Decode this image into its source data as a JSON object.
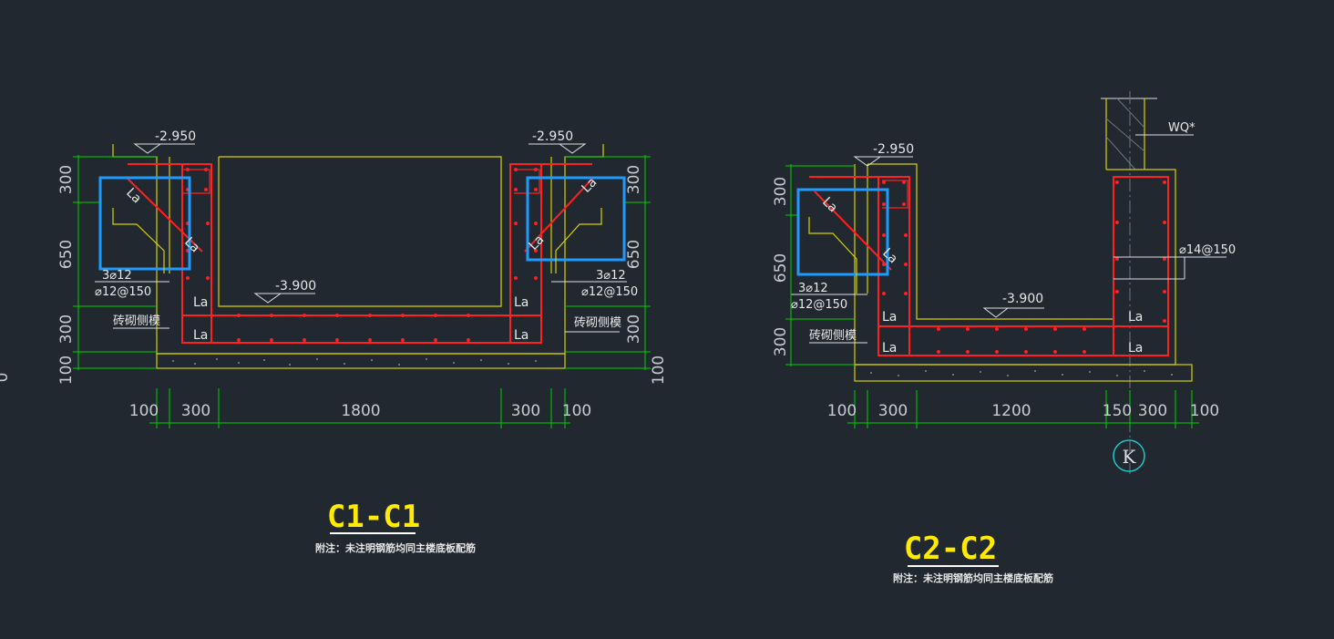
{
  "colors": {
    "background": "#212830",
    "concrete_outline": "#d8d000",
    "rebar": "#ff2020",
    "dimension": "#00d000",
    "highlight_box": "#1e9bff",
    "title": "#ffeb00"
  },
  "section_c1": {
    "title": "C1-C1",
    "note": "附注：未注明钢筋均同主楼底板配筋",
    "elev_left": "-2.950",
    "elev_right": "-2.950",
    "elev_bottom": "-3.900",
    "left_dims": [
      "300",
      "650",
      "300",
      "100"
    ],
    "right_dims": [
      "300",
      "650",
      "300",
      "100"
    ],
    "bottom_dims": [
      "100",
      "300",
      "1800",
      "300",
      "100"
    ],
    "rebar_left_1": "3⌀12",
    "rebar_left_2": "⌀12@150",
    "rebar_right_1": "3⌀12",
    "rebar_right_2": "⌀12@150",
    "brick_left": "砖砌侧模",
    "brick_right": "砖砌侧模",
    "la": "La",
    "left_edge_fragment": "0"
  },
  "section_c2": {
    "title": "C2-C2",
    "note": "附注：未注明钢筋均同主楼底板配筋",
    "elev_top": "-2.950",
    "elev_bottom": "-3.900",
    "wall_label": "WQ*",
    "wall_rebar": "⌀14@150",
    "left_dims": [
      "300",
      "650",
      "300"
    ],
    "bottom_dims": [
      "100",
      "300",
      "1200",
      "150",
      "300",
      "100"
    ],
    "rebar_1": "3⌀12",
    "rebar_2": "⌀12@150",
    "brick": "砖砌侧模",
    "la": "La",
    "axis_label": "K"
  }
}
